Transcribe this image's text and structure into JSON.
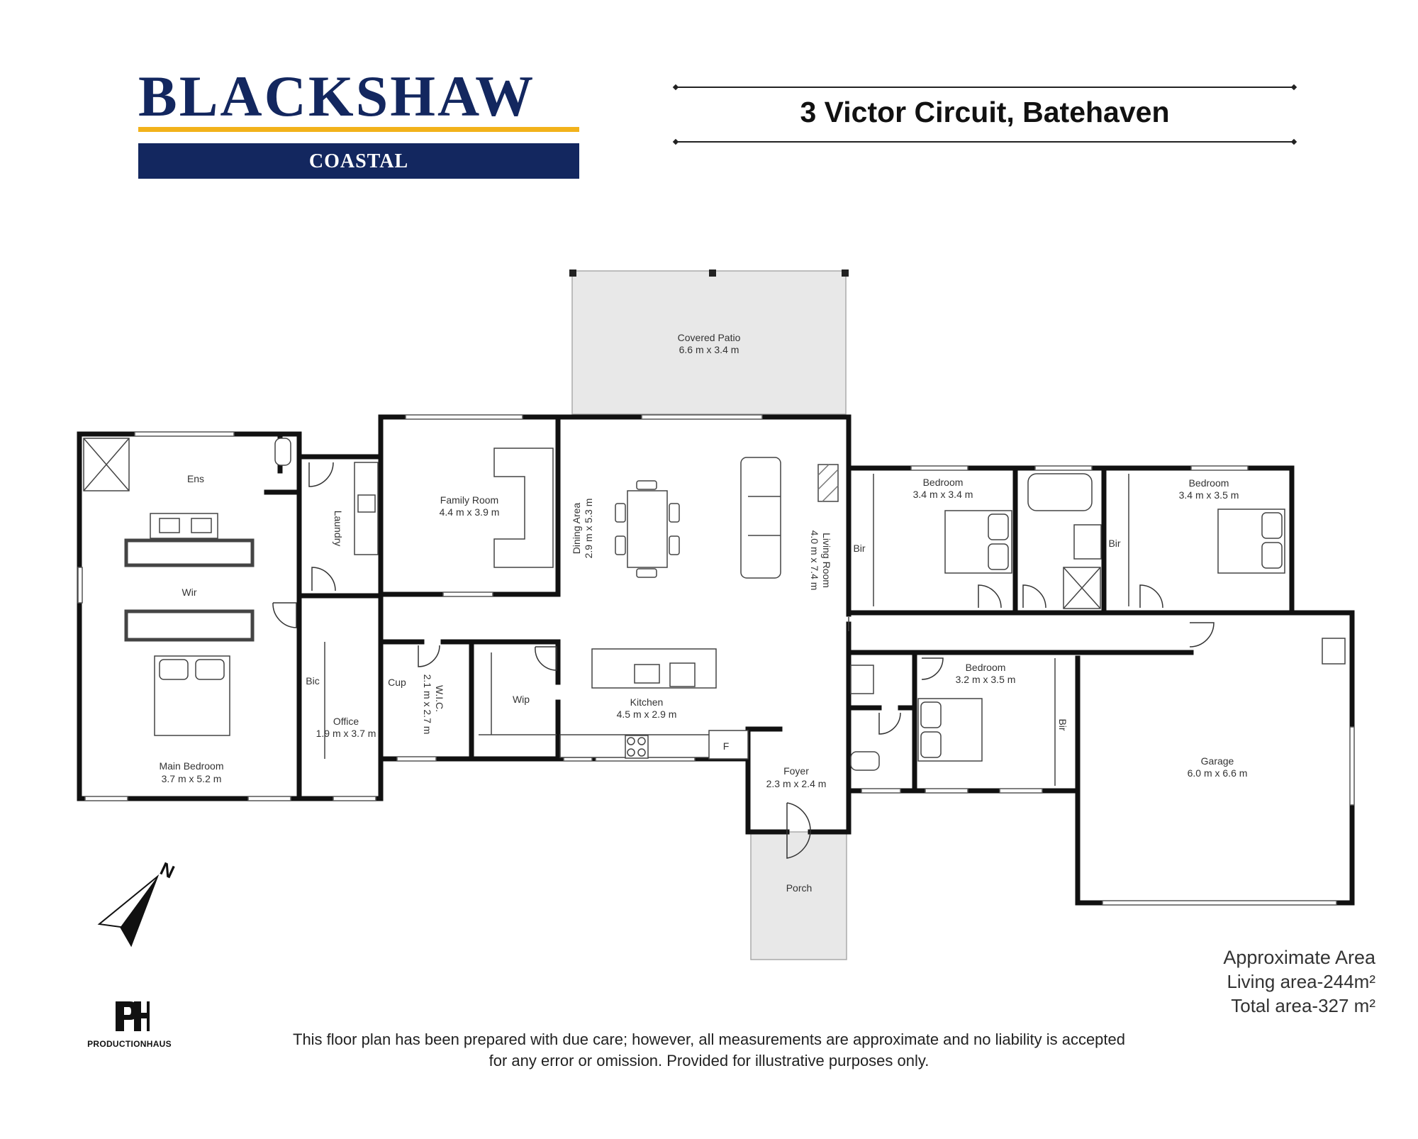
{
  "header": {
    "logo_name": "BLACKSHAW",
    "logo_sub": "COASTAL",
    "address": "3 Victor Circuit, Batehaven",
    "brand_colors": {
      "navy": "#13275f",
      "gold": "#f2b21b"
    }
  },
  "rooms": {
    "covered_patio": {
      "name": "Covered Patio",
      "dims": "6.6 m x 3.4 m"
    },
    "ens": {
      "name": "Ens"
    },
    "wir": {
      "name": "Wir"
    },
    "main_bedroom": {
      "name": "Main Bedroom",
      "dims": "3.7 m x 5.2 m"
    },
    "laundry": {
      "name": "Laundry"
    },
    "family_room": {
      "name": "Family Room",
      "dims": "4.4 m x 3.9 m"
    },
    "dining_area": {
      "name": "Dining Area",
      "dims": "2.9 m x 5.3 m"
    },
    "living_room": {
      "name": "Living Room",
      "dims": "4.0 m x 7.4 m"
    },
    "bedroom_2": {
      "name": "Bedroom",
      "dims": "3.4 m x 3.4 m"
    },
    "bedroom_3": {
      "name": "Bedroom",
      "dims": "3.4 m x 3.5 m"
    },
    "bedroom_4": {
      "name": "Bedroom",
      "dims": "3.2 m x 3.5 m"
    },
    "bir_1": {
      "name": "Bir"
    },
    "bir_2": {
      "name": "Bir"
    },
    "bir_3": {
      "name": "Bir"
    },
    "bic": {
      "name": "Bic"
    },
    "office": {
      "name": "Office",
      "dims": "1.9 m x 3.7 m"
    },
    "cup": {
      "name": "Cup"
    },
    "wic": {
      "name": "W.I.C.",
      "dims": "2.1 m x 2.7 m"
    },
    "wip": {
      "name": "Wip"
    },
    "kitchen": {
      "name": "Kitchen",
      "dims": "4.5 m x 2.9 m"
    },
    "fridge": {
      "name": "F"
    },
    "foyer": {
      "name": "Foyer",
      "dims": "2.3 m x 2.4 m"
    },
    "porch": {
      "name": "Porch"
    },
    "garage": {
      "name": "Garage",
      "dims": "6.0 m x 6.6 m"
    }
  },
  "compass": {
    "label": "N"
  },
  "area": {
    "title": "Approximate Area",
    "living": "Living area-244m²",
    "total": "Total area-327 m²"
  },
  "footer": {
    "disclaimer_line1": "This floor plan has been prepared with due care; however, all measurements are approximate and no liability is accepted",
    "disclaimer_line2": "for any error or omission. Provided for illustrative purposes only.",
    "producer_mark": "PH",
    "producer": "PRODUCTIONHAUS"
  }
}
